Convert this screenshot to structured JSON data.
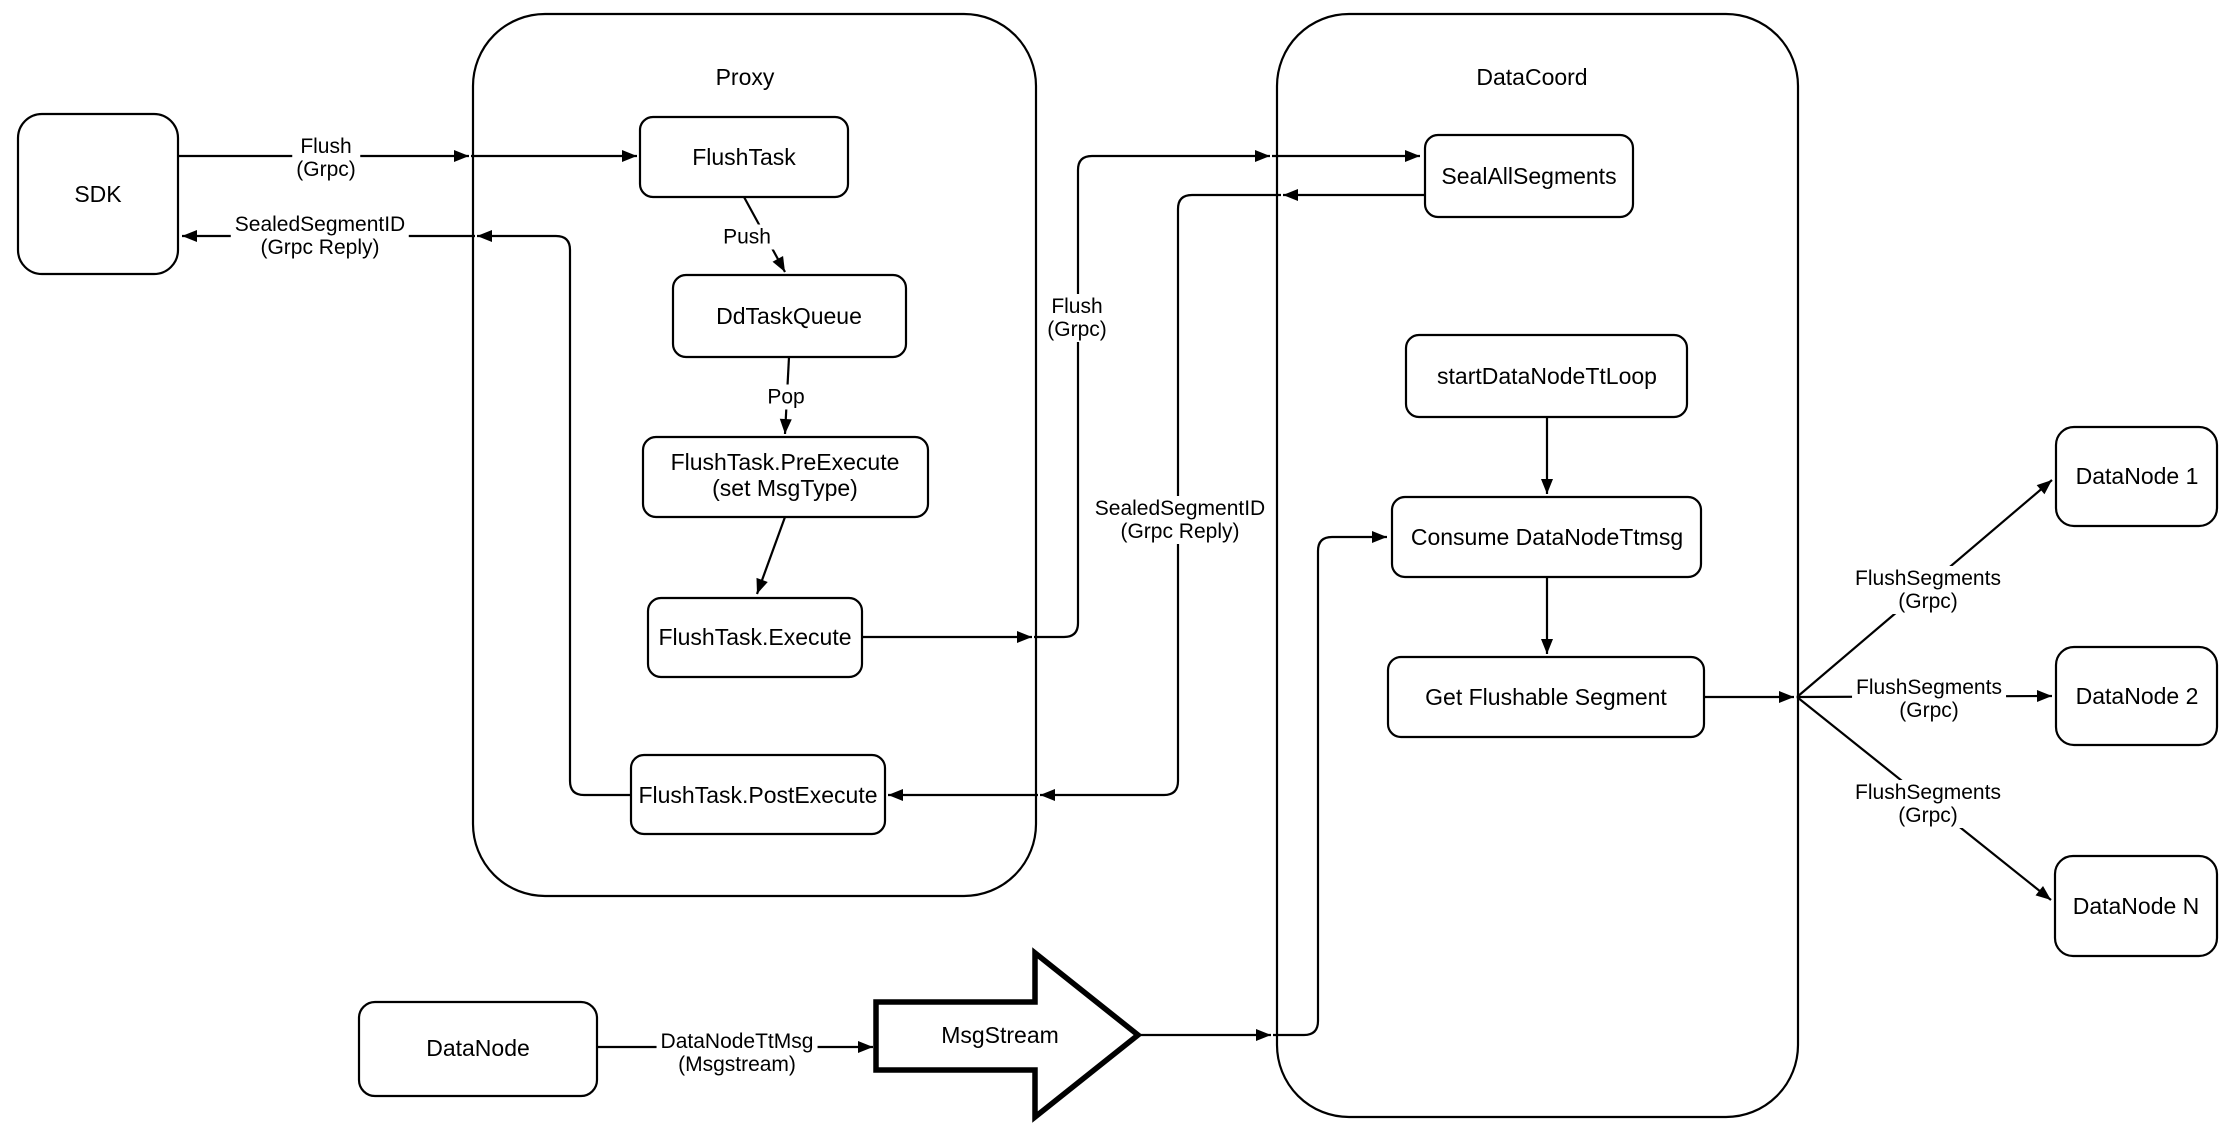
{
  "containers": {
    "proxy": "Proxy",
    "datacoord": "DataCoord"
  },
  "nodes": {
    "sdk": "SDK",
    "flush_task": "FlushTask",
    "dd_task_queue": "DdTaskQueue",
    "pre_execute_line1": "FlushTask.PreExecute",
    "pre_execute_line2": "(set MsgType)",
    "execute": "FlushTask.Execute",
    "post_execute": "FlushTask.PostExecute",
    "seal_all_segments": "SealAllSegments",
    "start_datanode_tt_loop": "startDataNodeTtLoop",
    "consume_datanode_ttmsg": "Consume DataNodeTtmsg",
    "get_flushable_segment": "Get Flushable Segment",
    "datanode_1": "DataNode 1",
    "datanode_2": "DataNode 2",
    "datanode_n": "DataNode N",
    "datanode": "DataNode",
    "msgstream": "MsgStream"
  },
  "edge_labels": {
    "sdk_flush": [
      "Flush",
      "(Grpc)"
    ],
    "sdk_reply": [
      "SealedSegmentID",
      "(Grpc Reply)"
    ],
    "push": "Push",
    "pop": "Pop",
    "flush_grpc": [
      "Flush",
      "(Grpc)"
    ],
    "sealed_reply": [
      "SealedSegmentID",
      "(Grpc Reply)"
    ],
    "flush_segments_1": [
      "FlushSegments",
      "(Grpc)"
    ],
    "flush_segments_2": [
      "FlushSegments",
      "(Grpc)"
    ],
    "flush_segments_3": [
      "FlushSegments",
      "(Grpc)"
    ],
    "datanode_ttmsg": [
      "DataNodeTtMsg",
      "(Msgstream)"
    ]
  },
  "colors": {
    "stroke": "#000000",
    "node_fill": "#ffffff",
    "background": "#ffffff"
  }
}
